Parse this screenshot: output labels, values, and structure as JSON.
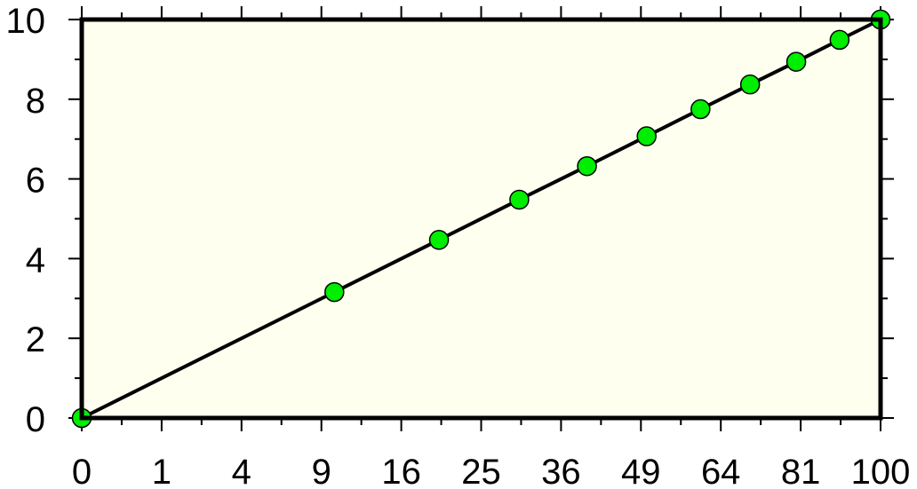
{
  "chart_data": {
    "type": "line",
    "title": "",
    "xlabel": "",
    "ylabel": "",
    "x_scale": "sqrt",
    "xlim": [
      0,
      100
    ],
    "ylim": [
      0,
      10
    ],
    "x_ticks": [
      0,
      1,
      4,
      9,
      16,
      25,
      36,
      49,
      64,
      81,
      100
    ],
    "x_tick_labels": [
      "0",
      "1",
      "4",
      "9",
      "16",
      "25",
      "36",
      "49",
      "64",
      "81",
      "100"
    ],
    "y_ticks": [
      0,
      2,
      4,
      6,
      8,
      10
    ],
    "y_tick_labels": [
      "0",
      "2",
      "4",
      "6",
      "8",
      "10"
    ],
    "grid": false,
    "series": [
      {
        "x": [
          0,
          10,
          20,
          30,
          40,
          50,
          60,
          70,
          80,
          90,
          100
        ],
        "y": [
          0,
          3.16,
          4.47,
          5.48,
          6.32,
          7.07,
          7.75,
          8.37,
          8.94,
          9.49,
          10
        ],
        "line_color": "#000000",
        "marker_color": "#00ee00",
        "marker": "circle"
      }
    ],
    "background_color": "#fffff0",
    "frame_color": "#000000"
  }
}
